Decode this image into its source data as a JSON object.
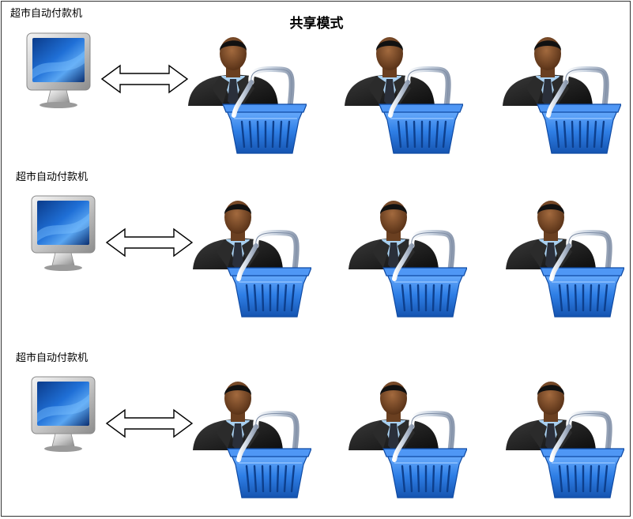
{
  "title": "共享模式",
  "rows": [
    {
      "kiosk_label": "超市自动付款机"
    },
    {
      "kiosk_label": "超市自动付款机"
    },
    {
      "kiosk_label": "超市自动付款机"
    }
  ],
  "colors": {
    "screen_blue": "#1f6fd6",
    "basket_blue": "#2f7fe6",
    "suit_black": "#1a1a1a",
    "tie_dark": "#2a2f3a",
    "skin": "#7a4a28"
  },
  "icons": [
    "computer-monitor-icon",
    "double-arrow-icon",
    "businessman-icon",
    "shopping-basket-icon"
  ]
}
